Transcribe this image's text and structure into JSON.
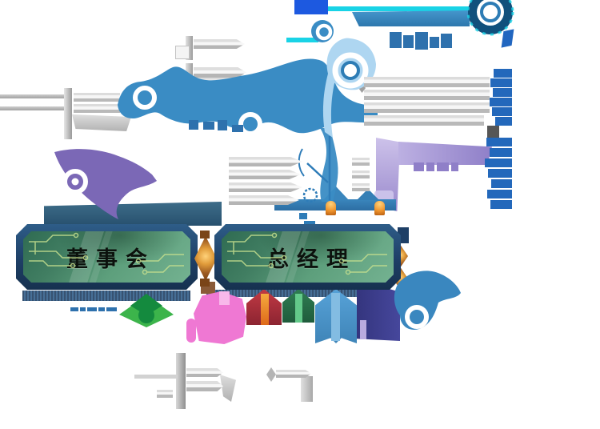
{
  "banners": {
    "board_label": "董事会",
    "gm_label": "总经理"
  },
  "palette": {
    "frame_navy": "#1e3f66",
    "panel_green": "#5d9f7c",
    "circuit_trace": "#c6df8e",
    "band_blue": "#3a8cc4",
    "pale_blue": "#aed6f1",
    "cyan_accent": "#19d3e6",
    "vivid_blue": "#1d59e0",
    "right_text_blue": "#2368bb",
    "silver": "#cfcfcf",
    "purple_ribbon_left": "#7b68b6",
    "lavender_ribbon": "#b0a3dc",
    "diamond_orange": "#e09b3a",
    "diamond_brown": "#6e3a12",
    "tab_pink": "#ef78d3",
    "tab_red": "#b23340",
    "tab_red_stripe": "#f5a93e",
    "tab_green": "#2f7d53",
    "tab_blue": "#4b90c6",
    "tab_indigo": "#3c3d8e",
    "emblem_green": "#3cb44b",
    "emblem_dark_green": "#148a3e",
    "label_text": "#0c120d"
  },
  "icons": {
    "gear_badge": "circular gear emblem, top-right",
    "node_ring": "white ring connector node",
    "diamond_connector": "orange faceted diamond between banners",
    "leaf_emblem": "green diamond leaf emblem"
  },
  "strips": {
    "right_col_1": [
      [
        617,
        86,
        23,
        11
      ],
      [
        613,
        98,
        27,
        11
      ],
      [
        616,
        110,
        24,
        11
      ],
      [
        612,
        122,
        28,
        11
      ],
      [
        615,
        134,
        25,
        11
      ],
      [
        619,
        146,
        21,
        11
      ]
    ],
    "right_col_2": [
      [
        608,
        172,
        32,
        11
      ],
      [
        612,
        185,
        28,
        11
      ],
      [
        606,
        198,
        34,
        11
      ],
      [
        610,
        211,
        30,
        11
      ],
      [
        614,
        224,
        26,
        11
      ],
      [
        609,
        237,
        31,
        11
      ],
      [
        613,
        250,
        27,
        11
      ]
    ],
    "silver_rows": [
      [
        455,
        96,
        157,
        13
      ],
      [
        455,
        112,
        157,
        13
      ],
      [
        455,
        128,
        157,
        13
      ],
      [
        455,
        144,
        150,
        13
      ]
    ],
    "mid_arrow_rows": [
      [
        286,
        196,
        92,
        12
      ],
      [
        286,
        212,
        90,
        12
      ],
      [
        286,
        228,
        92,
        12
      ],
      [
        286,
        244,
        88,
        12
      ]
    ],
    "frag_rows": [
      [
        440,
        197,
        22,
        10
      ],
      [
        440,
        213,
        22,
        10
      ],
      [
        440,
        229,
        22,
        10
      ]
    ],
    "bottom_arrow_rows": [
      [
        233,
        460,
        46,
        11
      ],
      [
        233,
        476,
        46,
        13
      ],
      [
        345,
        462,
        44,
        10
      ]
    ],
    "band_text_bumps": [
      [
        236,
        150,
        12,
        12
      ],
      [
        254,
        152,
        14,
        10
      ],
      [
        272,
        150,
        12,
        13
      ],
      [
        290,
        156,
        14,
        9
      ]
    ],
    "blue_text_tops": [
      [
        487,
        40,
        15,
        20
      ],
      [
        504,
        44,
        13,
        16
      ],
      [
        519,
        40,
        16,
        22
      ],
      [
        537,
        46,
        12,
        14
      ],
      [
        551,
        42,
        14,
        18
      ]
    ],
    "purple_text": [
      [
        517,
        203,
        13,
        11
      ],
      [
        533,
        203,
        10,
        11
      ],
      [
        546,
        203,
        15,
        11
      ],
      [
        564,
        203,
        9,
        11
      ]
    ],
    "blue_dashes": [
      [
        88,
        384,
        10,
        5
      ],
      [
        100,
        384,
        7,
        5
      ],
      [
        109,
        384,
        12,
        5
      ],
      [
        123,
        384,
        8,
        5
      ],
      [
        133,
        384,
        13,
        5
      ]
    ]
  }
}
